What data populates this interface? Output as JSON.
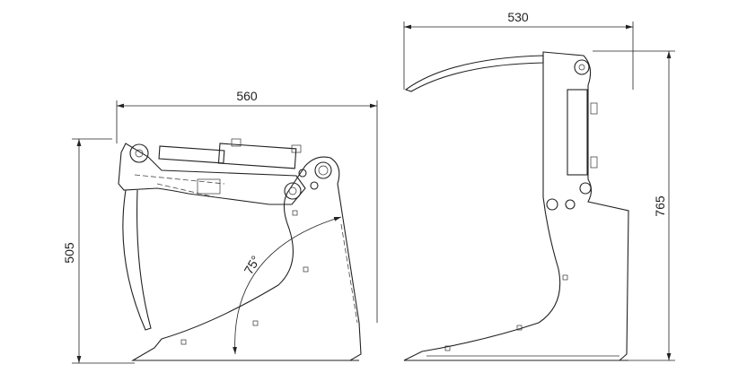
{
  "drawing": {
    "front_view": {
      "width_label": "560",
      "height_label": "505",
      "angle_label": "75°"
    },
    "side_view": {
      "depth_label": "530",
      "height_label": "765"
    }
  }
}
